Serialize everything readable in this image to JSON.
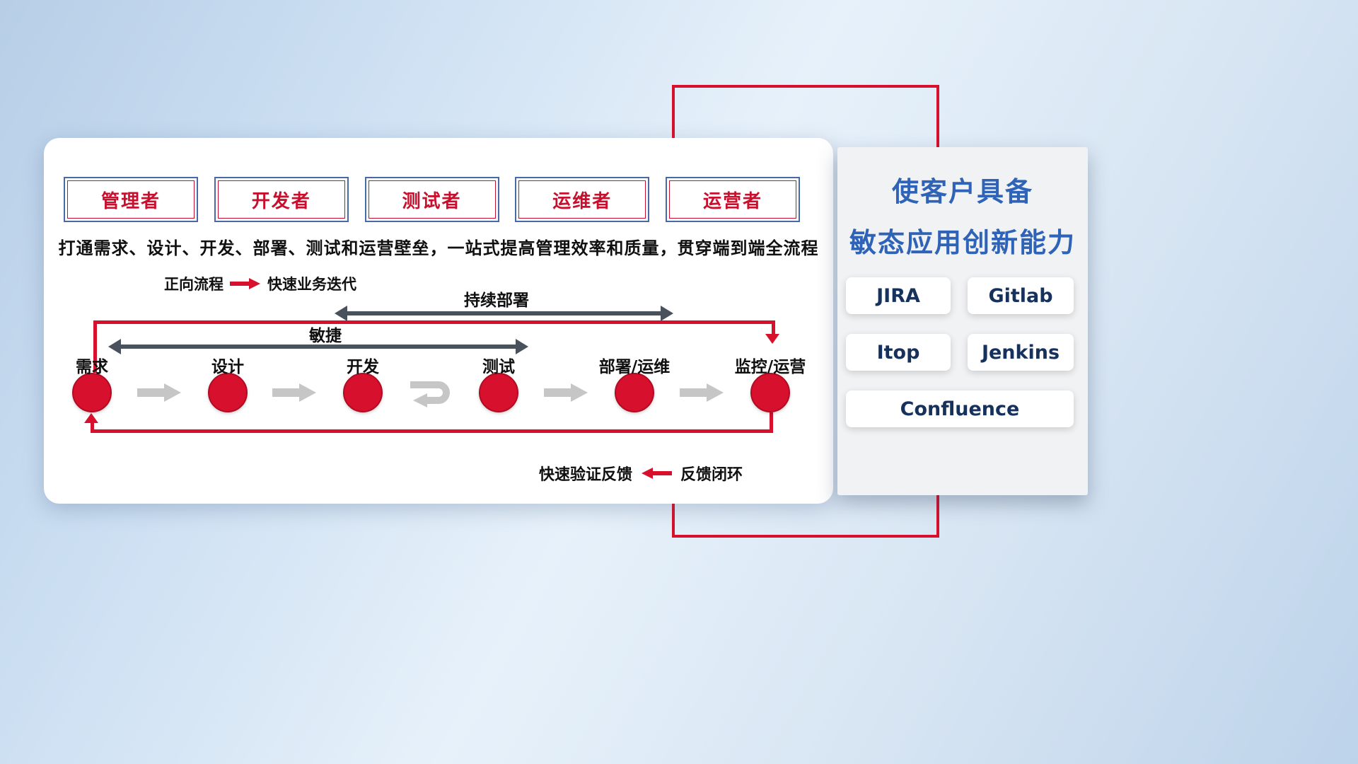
{
  "colors": {
    "red": "#d6102d",
    "dark_arrow": "#49525c",
    "gray_arrow": "#c6c6c6",
    "title_blue": "#2e63b8",
    "tool_text": "#16325c",
    "role_text": "#c8102e",
    "role_border": "#4a69a8"
  },
  "roles": [
    {
      "label": "管理者"
    },
    {
      "label": "开发者"
    },
    {
      "label": "测试者"
    },
    {
      "label": "运维者"
    },
    {
      "label": "运营者"
    }
  ],
  "description": "打通需求、设计、开发、部署、测试和运营壁垒，一站式提高管理效率和质量，贯穿端到端全流程",
  "forward_legend": {
    "label": "正向流程",
    "caption": "快速业务迭代"
  },
  "feedback_legend": {
    "caption": "快速验证反馈",
    "label": "反馈闭环"
  },
  "span_arrows": {
    "agile": "敏捷",
    "continuous_deploy": "持续部署"
  },
  "flow": {
    "stages": [
      {
        "label": "需求"
      },
      {
        "label": "设计"
      },
      {
        "label": "开发"
      },
      {
        "label": "测试"
      },
      {
        "label": "部署/运维"
      },
      {
        "label": "监控/运营"
      }
    ]
  },
  "right_panel": {
    "title_line1": "使客户具备",
    "title_line2": "敏态应用创新能力",
    "tools": [
      {
        "label": "JIRA"
      },
      {
        "label": "Gitlab"
      },
      {
        "label": "Itop"
      },
      {
        "label": "Jenkins"
      },
      {
        "label": "Confluence"
      }
    ]
  }
}
